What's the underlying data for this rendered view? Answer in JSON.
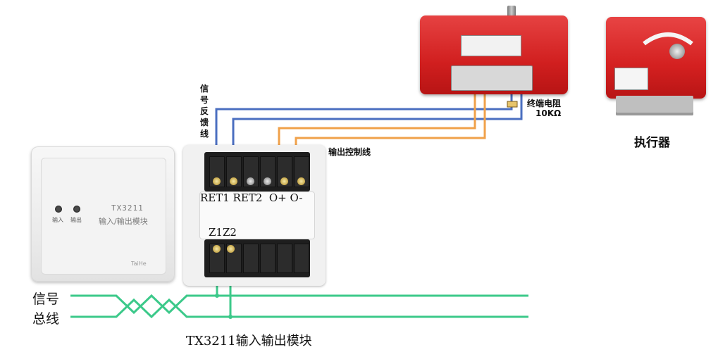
{
  "module": {
    "model": "TX3211",
    "name": "输入/输出模块",
    "led_input_label": "输入",
    "led_output_label": "输出",
    "brand": "TaiHe"
  },
  "terminals": {
    "top_labels": "RET1 RET2  O+ O-",
    "bottom_labels": "Z1Z2"
  },
  "annotations": {
    "signal_feedback_line": [
      "信",
      "号",
      "反",
      "馈",
      "线"
    ],
    "output_control_line": "输出控制线",
    "end_resistor_line1": "终端电阻",
    "end_resistor_line2": "10KΩ",
    "actuator": "执行器",
    "bus_line1": "信号",
    "bus_line2": "总线",
    "bottom_caption": "TX3211输入输出模块"
  },
  "colors": {
    "feedback_wire": "#4b6fc0",
    "control_wire": "#f0a14a",
    "bus_wire": "#3cc98a",
    "device_red": "#d42020"
  }
}
